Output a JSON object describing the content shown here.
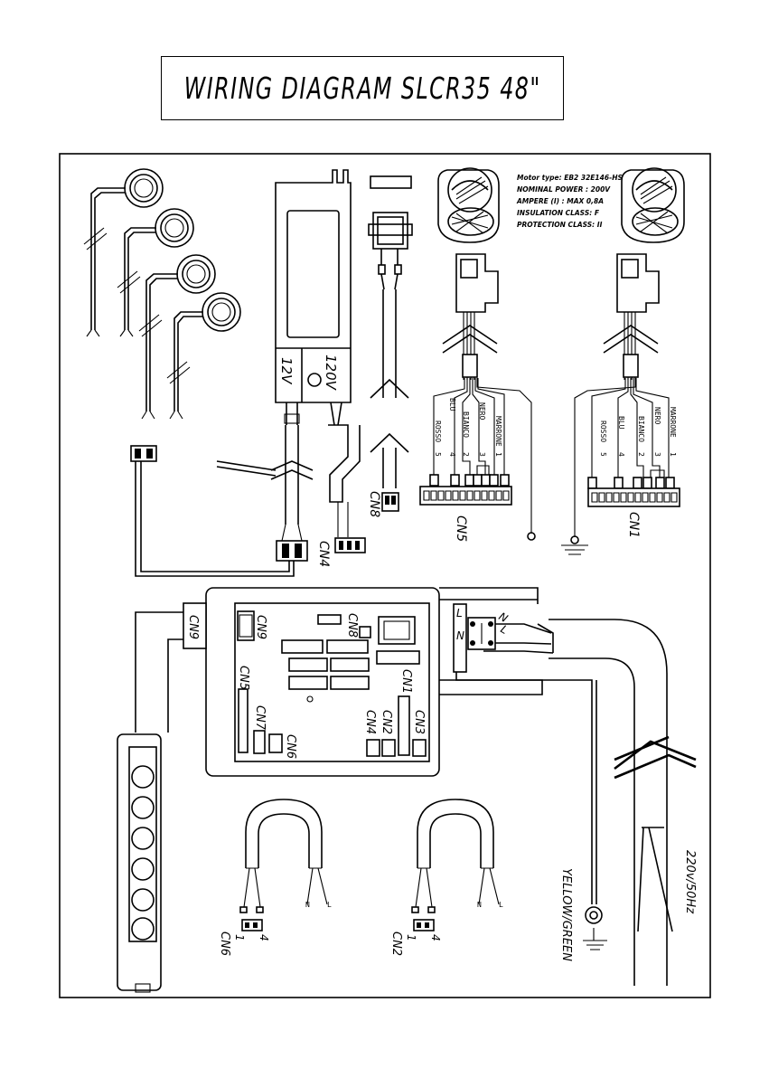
{
  "title": "WIRING DIAGRAM SLCR35 48\"",
  "motor_info": {
    "line1": "Motor type: EB2 32E146-HS97-04",
    "line2": "NOMINAL POWER : 200V",
    "line3": "AMPERE (I) : MAX 0,8A",
    "line4": "INSULATION CLASS: F",
    "line5": "PROTECTION CLASS: II"
  },
  "transformer": {
    "out": "12V",
    "in": "120V"
  },
  "wire_colors": {
    "rosso": "ROSSO",
    "blu": "BLU",
    "bianco": "BIANCO",
    "nero": "NERO",
    "marrone": "MARRONE"
  },
  "pins": {
    "p5": "5",
    "p4": "4",
    "p2": "2",
    "p3": "3",
    "p1": "1"
  },
  "connectors": {
    "cn1": "CN1",
    "cn2": "CN2",
    "cn3": "CN3",
    "cn4": "CN4",
    "cn5": "CN5",
    "cn6": "CN6",
    "cn7": "CN7",
    "cn8": "CN8",
    "cn9": "CN9"
  },
  "terminals": {
    "L": "L",
    "N": "N"
  },
  "switch_pins": {
    "a": "4",
    "b": "1"
  },
  "ground_label": "YELLOW/GREEN",
  "supply_label": "220v/50Hz"
}
